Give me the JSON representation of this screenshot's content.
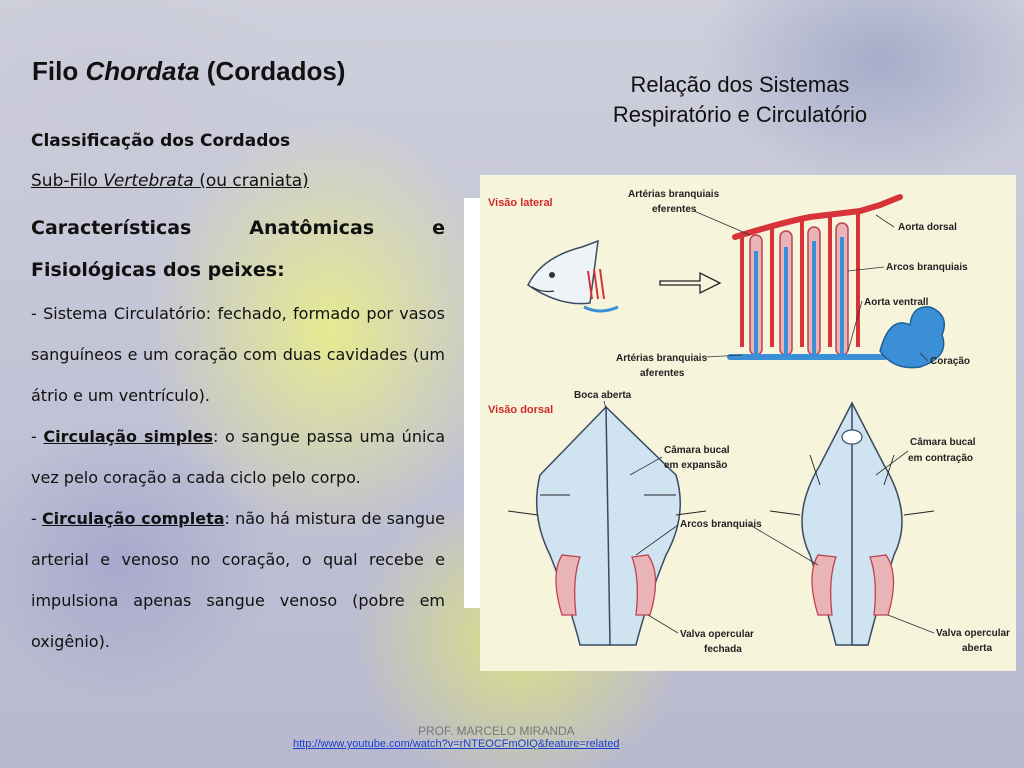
{
  "slide": {
    "title_prefix": "Filo ",
    "title_italic": "Chordata",
    "title_suffix": " (Cordados)",
    "right_title_line1": "Relação dos Sistemas",
    "right_title_line2": "Respiratório e Circulatório",
    "classification": "Classificação dos Cordados",
    "subfilo_prefix": "Sub-Filo ",
    "subfilo_italic": "Vertebrata",
    "subfilo_suffix": " (ou craniata)",
    "characteristics_line1": "Características Anatômicas e",
    "characteristics_line2": "Fisiológicas dos peixes:",
    "para1": "- Sistema Circulatório: fechado, formado por vasos sanguíneos e um coração com duas cavidades (um átrio e um ventrículo).",
    "para2_prefix": "- ",
    "para2_bold": "Circulação simples",
    "para2_rest": ": o sangue passa uma única vez pelo coração a cada ciclo pelo corpo.",
    "para3_prefix": "- ",
    "para3_bold": "Circulação completa",
    "para3_rest": ": não há mistura de sangue arterial e venoso no coração, o qual recebe e impulsiona apenas sangue venoso (pobre em oxigênio).",
    "footer": "PROF. MARCELO MIRANDA",
    "link": "http://www.youtube.com/watch?v=rNTEOCFmOIQ&feature=related"
  },
  "figure": {
    "view_lateral": "Visão lateral",
    "view_dorsal": "Visão dorsal",
    "label_art_eferentes_1": "Artérias branquiais",
    "label_art_eferentes_2": "eferentes",
    "label_aorta_dorsal": "Aorta dorsal",
    "label_arcos_1": "Arcos branquiais",
    "label_aorta_ventral": "Aorta ventrall",
    "label_art_aferentes_1": "Artérias branquiais",
    "label_art_aferentes_2": "aferentes",
    "label_coracao": "Coração",
    "label_boca": "Boca aberta",
    "label_camara_exp_1": "Câmara bucal",
    "label_camara_exp_2": "em expansão",
    "label_camara_con_1": "Câmara bucal",
    "label_camara_con_2": "em contração",
    "label_arcos_2": "Arcos branquiais",
    "label_valva_fechada_1": "Valva opercular",
    "label_valva_fechada_2": "fechada",
    "label_valva_aberta_1": "Valva opercular",
    "label_valva_aberta_2": "aberta"
  },
  "colors": {
    "artery_red": "#d9333a",
    "vein_blue": "#3a8fd6",
    "label_red": "#d02a2a",
    "link_blue": "#1a3fd0"
  }
}
